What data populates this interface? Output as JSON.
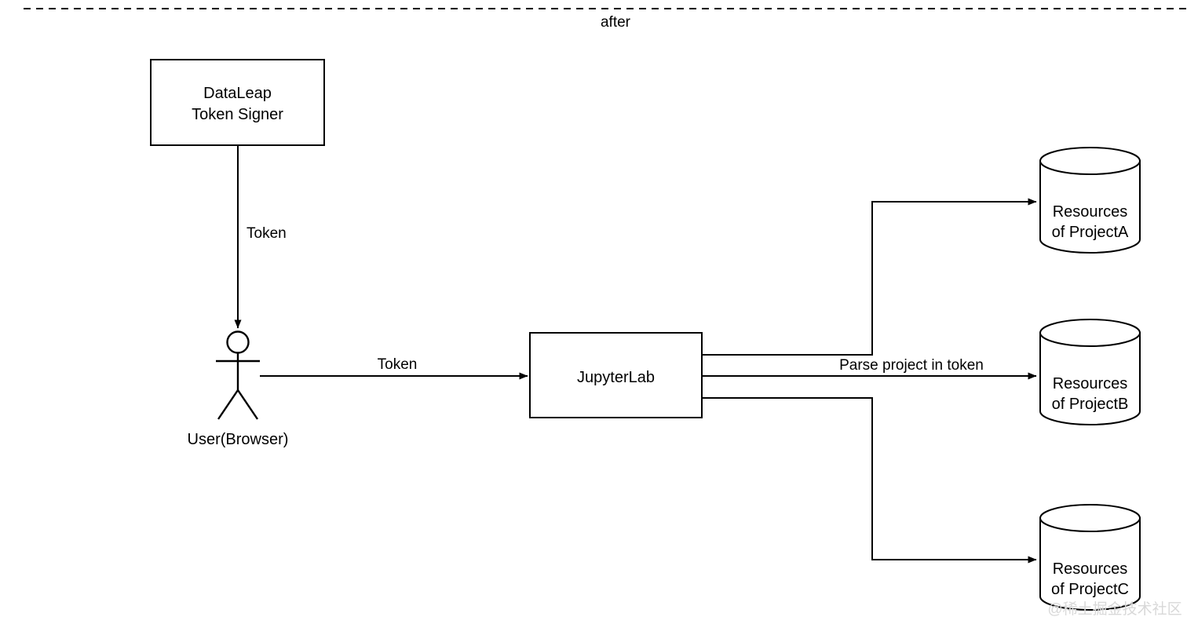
{
  "diagram": {
    "section_title": "after",
    "watermark": "@稀土掘金技术社区",
    "colors": {
      "stroke": "#000000",
      "fill": "#ffffff",
      "background": "#ffffff",
      "watermark": "#d8d8d8"
    },
    "nodes": {
      "token_signer": {
        "line1": "DataLeap",
        "line2": "Token Signer",
        "shape": "rectangle"
      },
      "user": {
        "label": "User(Browser)",
        "shape": "actor"
      },
      "jupyterlab": {
        "label": "JupyterLab",
        "shape": "rectangle"
      },
      "project_a": {
        "line1": "Resources",
        "line2": "of ProjectA",
        "shape": "cylinder"
      },
      "project_b": {
        "line1": "Resources",
        "line2": "of ProjectB",
        "shape": "cylinder"
      },
      "project_c": {
        "line1": "Resources",
        "line2": "of ProjectC",
        "shape": "cylinder"
      }
    },
    "edges": {
      "signer_to_user": "Token",
      "user_to_jupyterlab": "Token",
      "jupyterlab_to_projects": "Parse project in token"
    }
  }
}
